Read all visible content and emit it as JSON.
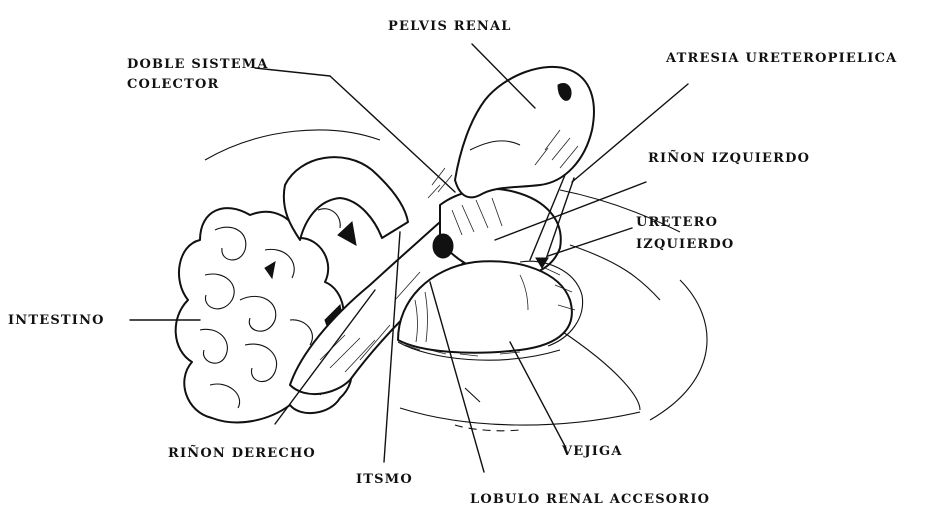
{
  "diagram": {
    "labels": {
      "pelvis_renal": "PELVIS RENAL",
      "doble_sistema_1": "DOBLE SISTEMA",
      "doble_sistema_2": "COLECTOR",
      "atresia": "ATRESIA URETEROPIELICA",
      "rinon_izquierdo": "RIÑON IZQUIERDO",
      "uretero_1": "URETERO",
      "uretero_2": "IZQUIERDO",
      "intestino": "INTESTINO",
      "rinon_derecho": "RIÑON DERECHO",
      "itsmo": "ITSMO",
      "vejiga": "VEJIGA",
      "lobulo": "LOBULO RENAL ACCESORIO"
    }
  }
}
